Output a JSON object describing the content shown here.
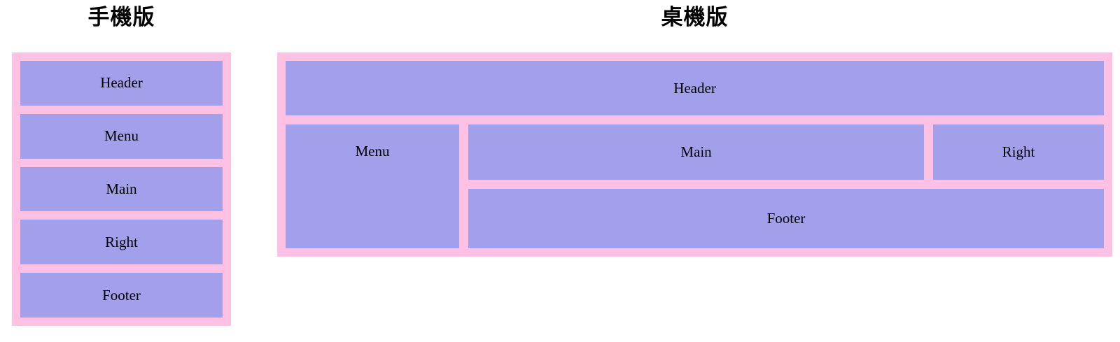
{
  "colors": {
    "container_pink": "#ffc1e3",
    "box_purple": "#a3a0eb",
    "label_text": "#000000",
    "title_text": "#000000",
    "page_background": "#ffffff"
  },
  "mobile_section": {
    "title": "手機版",
    "boxes": [
      {
        "label": "Header"
      },
      {
        "label": "Menu"
      },
      {
        "label": "Main"
      },
      {
        "label": "Right"
      },
      {
        "label": "Footer"
      }
    ]
  },
  "desktop_section": {
    "title": "桌機版",
    "boxes": {
      "header": {
        "label": "Header"
      },
      "menu": {
        "label": "Menu"
      },
      "main": {
        "label": "Main"
      },
      "right": {
        "label": "Right"
      },
      "footer": {
        "label": "Footer"
      }
    }
  }
}
